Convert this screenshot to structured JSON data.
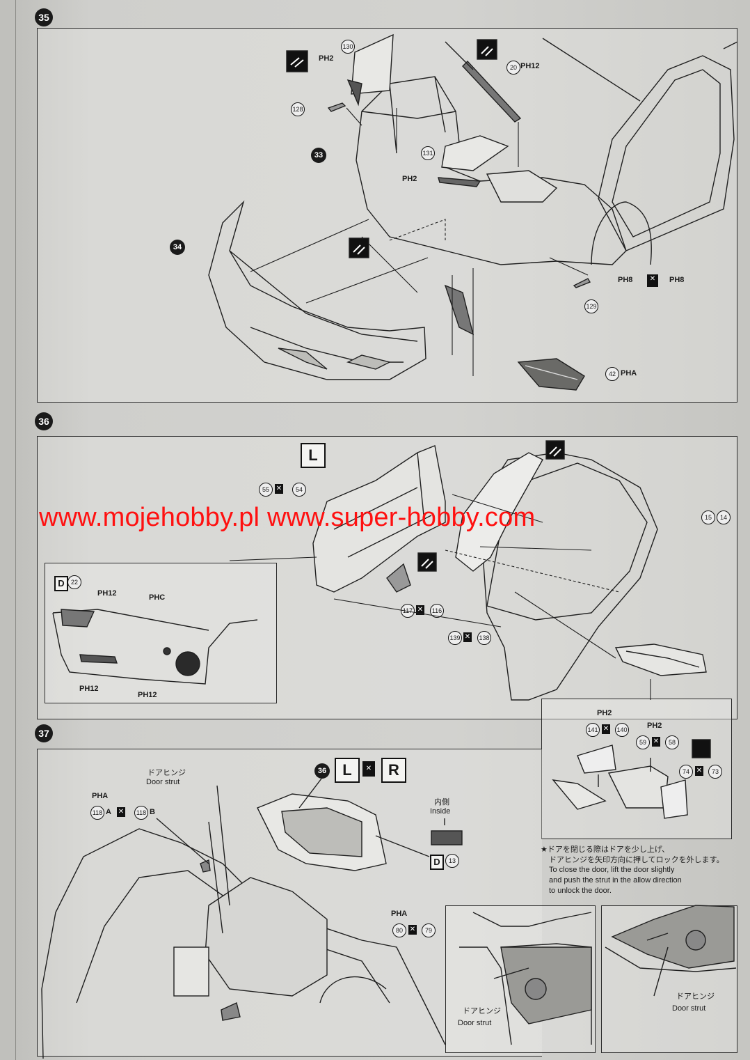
{
  "watermark": "www.mojehobby.pl www.super-hobby.com",
  "steps": {
    "s35": {
      "number": "35",
      "parts": [
        "130",
        "128",
        "20",
        "33",
        "131",
        "34",
        "129",
        "42"
      ],
      "paint": {
        "p130": "PH2",
        "p20": "PH12",
        "p131": "PH2",
        "p42": "PHA",
        "hinge": "PH8",
        "hinge_b": "PH8"
      }
    },
    "s36": {
      "number": "36",
      "side_label": "L",
      "parts": {
        "a": "55",
        "b": "54",
        "c": "117",
        "d": "116",
        "e": "139",
        "f": "138",
        "g": "15",
        "h": "14"
      },
      "inset": {
        "decal_letter": "D",
        "decal_num": "22",
        "paint_top": "PH12",
        "paint_c": "PHC",
        "paint_bottom_left": "PH12",
        "paint_bottom_right": "PH12"
      },
      "sub_inset": {
        "p1": "PH2",
        "p1a": "141",
        "p1b": "140",
        "p2": "PH2",
        "p2a": "59",
        "p2b": "58",
        "p3a": "74",
        "p3b": "73"
      }
    },
    "s37": {
      "number": "37",
      "ref_part": "36",
      "left_label": "L",
      "right_label": "R",
      "hinge_jp": "ドアヒンジ",
      "hinge_en": "Door strut",
      "paint_a": "PHA",
      "part_a1": "118",
      "part_a1_suffix": "A",
      "part_a2": "118",
      "part_a2_suffix": "B",
      "inside_jp": "内側",
      "inside_en": "Inside",
      "decal_letter": "D",
      "decal_num": "13",
      "paint_b": "PHA",
      "part_b1": "80",
      "part_b2": "79",
      "note_jp_1": "★ドアを閉じる際はドアを少し上げ、",
      "note_jp_2": "ドアヒンジを矢印方向に押してロックを外します。",
      "note_en_1": "To close the door, lift the door slightly",
      "note_en_2": "and push the strut in the allow direction",
      "note_en_3": "to unlock the door.",
      "inset_left_jp": "ドアヒンジ",
      "inset_left_en": "Door strut",
      "inset_right_jp": "ドアヒンジ",
      "inset_right_en": "Door strut"
    }
  },
  "colors": {
    "watermark": "#ff1010",
    "ink": "#1a1a1a",
    "paper": "#d0d0cd"
  }
}
